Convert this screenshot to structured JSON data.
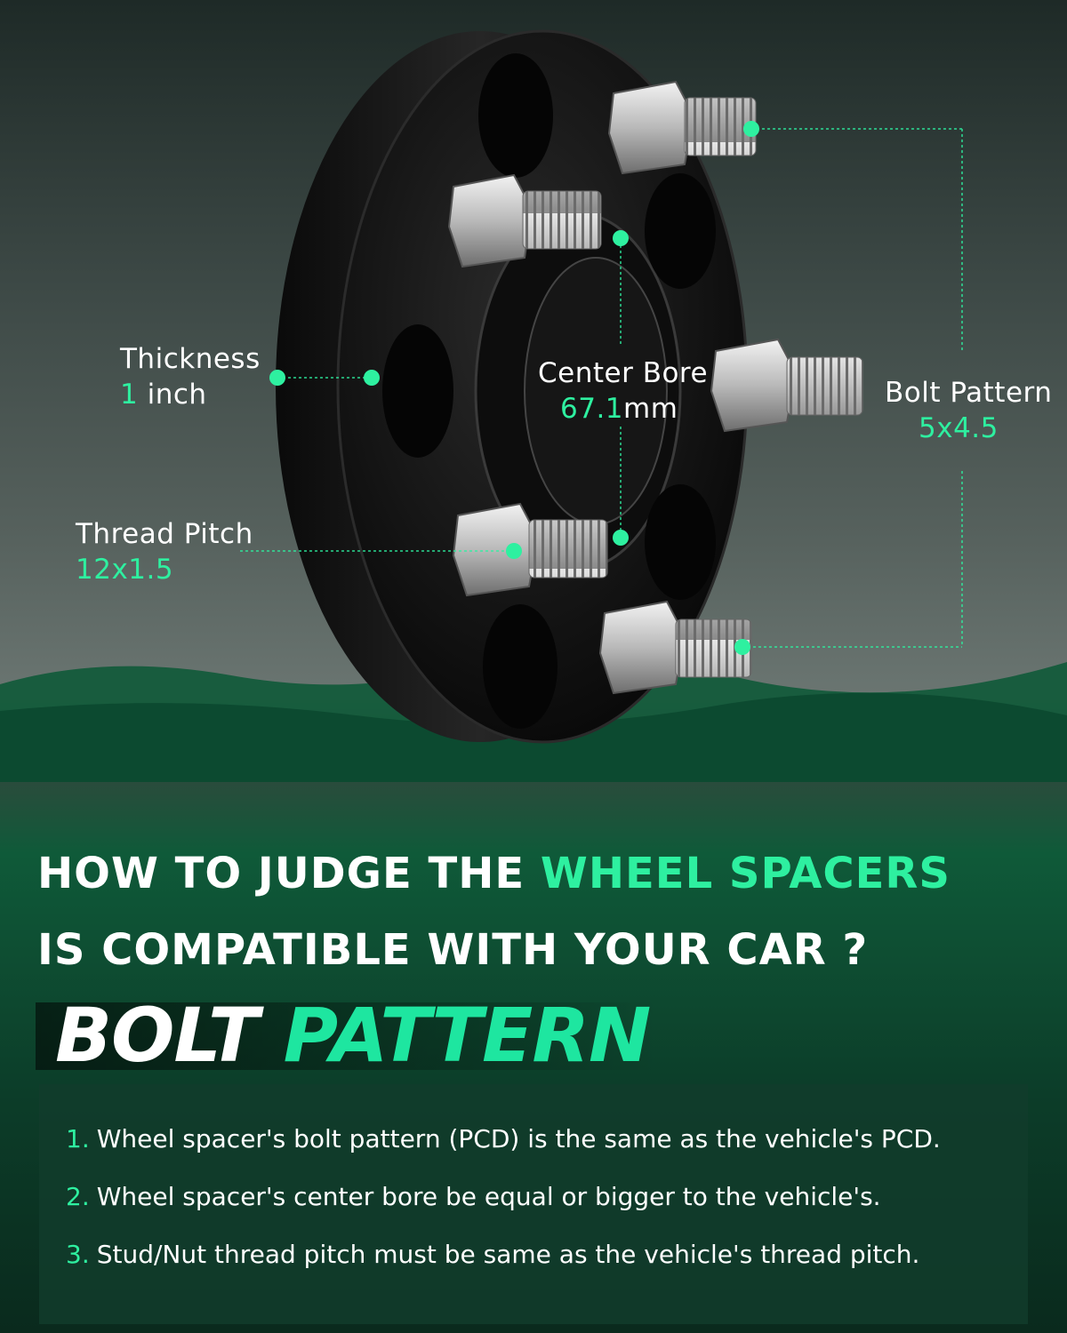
{
  "callouts": {
    "thickness": {
      "title": "Thickness",
      "value": "1",
      "unit": " inch"
    },
    "center_bore": {
      "title": "Center Bore",
      "value": "67.1",
      "unit": "mm"
    },
    "bolt_pattern": {
      "title": "Bolt Pattern",
      "value": "5x4.5"
    },
    "thread_pitch": {
      "title": "Thread Pitch",
      "value": "12x1.5"
    }
  },
  "headline": {
    "line1_prefix": "HOW TO JUDGE THE ",
    "line1_accent": "WHEEL SPACERS",
    "line2": "IS COMPATIBLE WITH YOUR CAR ?"
  },
  "section": {
    "title_white": "BOLT",
    "title_accent": "PATTERN"
  },
  "steps": [
    {
      "num": "1.",
      "text": "Wheel spacer's bolt pattern (PCD) is the same as the vehicle's PCD."
    },
    {
      "num": "2.",
      "text": "Wheel spacer's center bore be equal or bigger to the vehicle's."
    },
    {
      "num": "3.",
      "text": "Stud/Nut thread pitch must be same as the vehicle's thread pitch."
    }
  ],
  "colors": {
    "accent": "#2ef0a0",
    "background_green": "#0c3d29",
    "spacer_black": "#121212"
  },
  "icons": [
    "wheel-spacer-image",
    "wheel-stud-icon",
    "callout-dot-icon"
  ]
}
